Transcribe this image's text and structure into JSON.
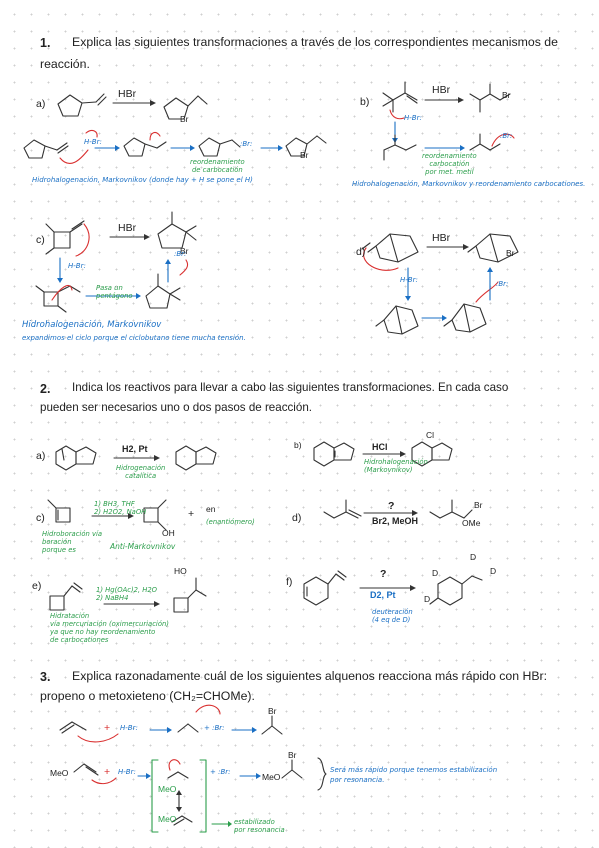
{
  "q1": {
    "number": "1.",
    "text_line1": "Explica las siguientes transformaciones a través de los correspondientes mecanismos de",
    "text_line2": "reacción.",
    "a": {
      "label": "a)",
      "reagent": "HBr",
      "product_br": "Br",
      "reagent_hbr": "H-Br:",
      "product_br2": "Br",
      "carbocation_note_line1": "reordenamiento",
      "carbocation_note_line2": "de carbocatión",
      "bromide": ":Br:",
      "summary": "Hidrohalogenación, Markovnikov (donde hay + H se pone el H)"
    },
    "b": {
      "label": "b)",
      "reagent": "HBr",
      "product_br": "Br",
      "hbr": "H-Br:",
      "bromide": ":Br:",
      "note_line1": "reordenamiento",
      "note_line2": "carbocatión",
      "note_line3": "por met. metil",
      "summary": "Hidrohalogenación, Markovnikov y reordenamiento carbocationes."
    },
    "c": {
      "label": "c)",
      "reagent": "HBr",
      "product_br": "Br",
      "hbr": "H-Br:",
      "bromide": ":Br:",
      "note_line1": "Pasa un",
      "note_line2": "pentágono",
      "summary_line1": "Hidrohalogenación, Markovnikov",
      "summary_line2": "expandimos el ciclo porque el ciclobutano tiene mucha tensión."
    },
    "d": {
      "label": "d)",
      "reagent": "HBr",
      "product_br": "Br",
      "hbr": "H-Br:",
      "bromide": ":Br:"
    }
  },
  "q2": {
    "number": "2.",
    "text_line1": "Indica los reactivos para llevar a cabo las siguientes transformaciones. En cada caso",
    "text_line2": "pueden ser necesarios uno o dos pasos de reacción.",
    "a": {
      "label": "a)",
      "reagent": "H2, Pt",
      "note_line1": "Hidrogenación",
      "note_line2": "catalítica"
    },
    "b": {
      "label": "b)",
      "reagent": "HCl",
      "note_line1": "Hidrohalogenación",
      "note_line2": "(Markovnikov)",
      "product_cl": "Cl"
    },
    "c": {
      "label": "c)",
      "reagent_line1": "1) BH3, THF",
      "reagent_line2": "2) H2O2, NaOH",
      "product_oh": "OH",
      "plus": "+",
      "enantiomer_line1": "en",
      "enantiomer_line2": "(enantiómero)",
      "note_line1": "Hidroboración vía",
      "note_line2": "boración",
      "note_line3": "porque es",
      "anti": "Anti-Markovnikov"
    },
    "d": {
      "label": "d)",
      "question": "?",
      "reagent": "Br2, MeOH",
      "product_br": "Br",
      "product_ome": "OMe"
    },
    "e": {
      "label": "e)",
      "product_ho": "HO",
      "reagent_line1": "1) Hg(OAc)2, H2O",
      "reagent_line2": "2) NaBH4",
      "note_line1": "Hidratación",
      "note_line2": "vía mercuriación (oximercuriación)",
      "note_line3": "ya que no hay reordenamiento",
      "note_line4": "de carbocationes"
    },
    "f": {
      "label": "f)",
      "question": "?",
      "reagent": "D2, Pt",
      "note_line1": "deuteración",
      "note_line2": "(4 eq de D)",
      "d_labels": [
        "D",
        "D",
        "D",
        "D"
      ]
    }
  },
  "q3": {
    "number": "3.",
    "text_line1": "Explica razonadamente cuál de los siguientes alquenos reacciona más rápido con HBr:",
    "text_line2": "propeno o metoxieteno (CH₂=CHOMe).",
    "row1": {
      "plus": "+",
      "hbr": "H-Br:",
      "bromide": "+ :Br:",
      "product_br": "Br"
    },
    "row2": {
      "meo_start": "MeO",
      "plus": "+",
      "hbr": "H-Br:",
      "meo_a": "MeO",
      "meo_b": "MeO",
      "meo_prod": "MeO",
      "bromide": "+ :Br:",
      "product_br": "Br",
      "conclusion_line1": "Será más rápido porque tenemos estabilización",
      "conclusion_line2": "por resonancia.",
      "stab_line1": "estabilizado",
      "stab_line2": "por resonancia"
    }
  }
}
